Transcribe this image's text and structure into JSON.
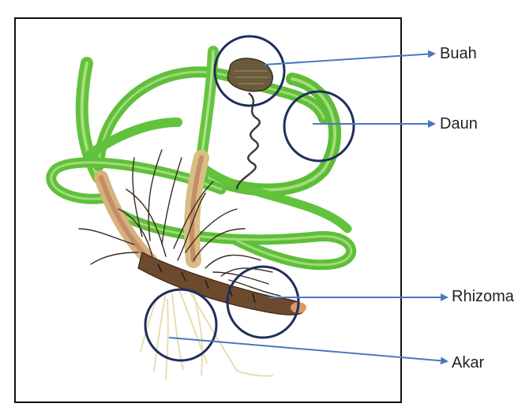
{
  "labels": {
    "buah": "Buah",
    "daun": "Daun",
    "rhizoma": "Rhizoma",
    "akar": "Akar"
  },
  "icons": {
    "pointer": "arrow-icon",
    "marker": "circle-marker-icon"
  },
  "colors": {
    "leaf": "#5fbf3a",
    "leaf_light": "#a7db7c",
    "stem": "#c9a66b",
    "rhizome": "#6b4a2e",
    "root": "#e9e3b8",
    "marker_circle": "#1f2e5c",
    "arrow": "#4a78c0",
    "frame": "#111111"
  }
}
